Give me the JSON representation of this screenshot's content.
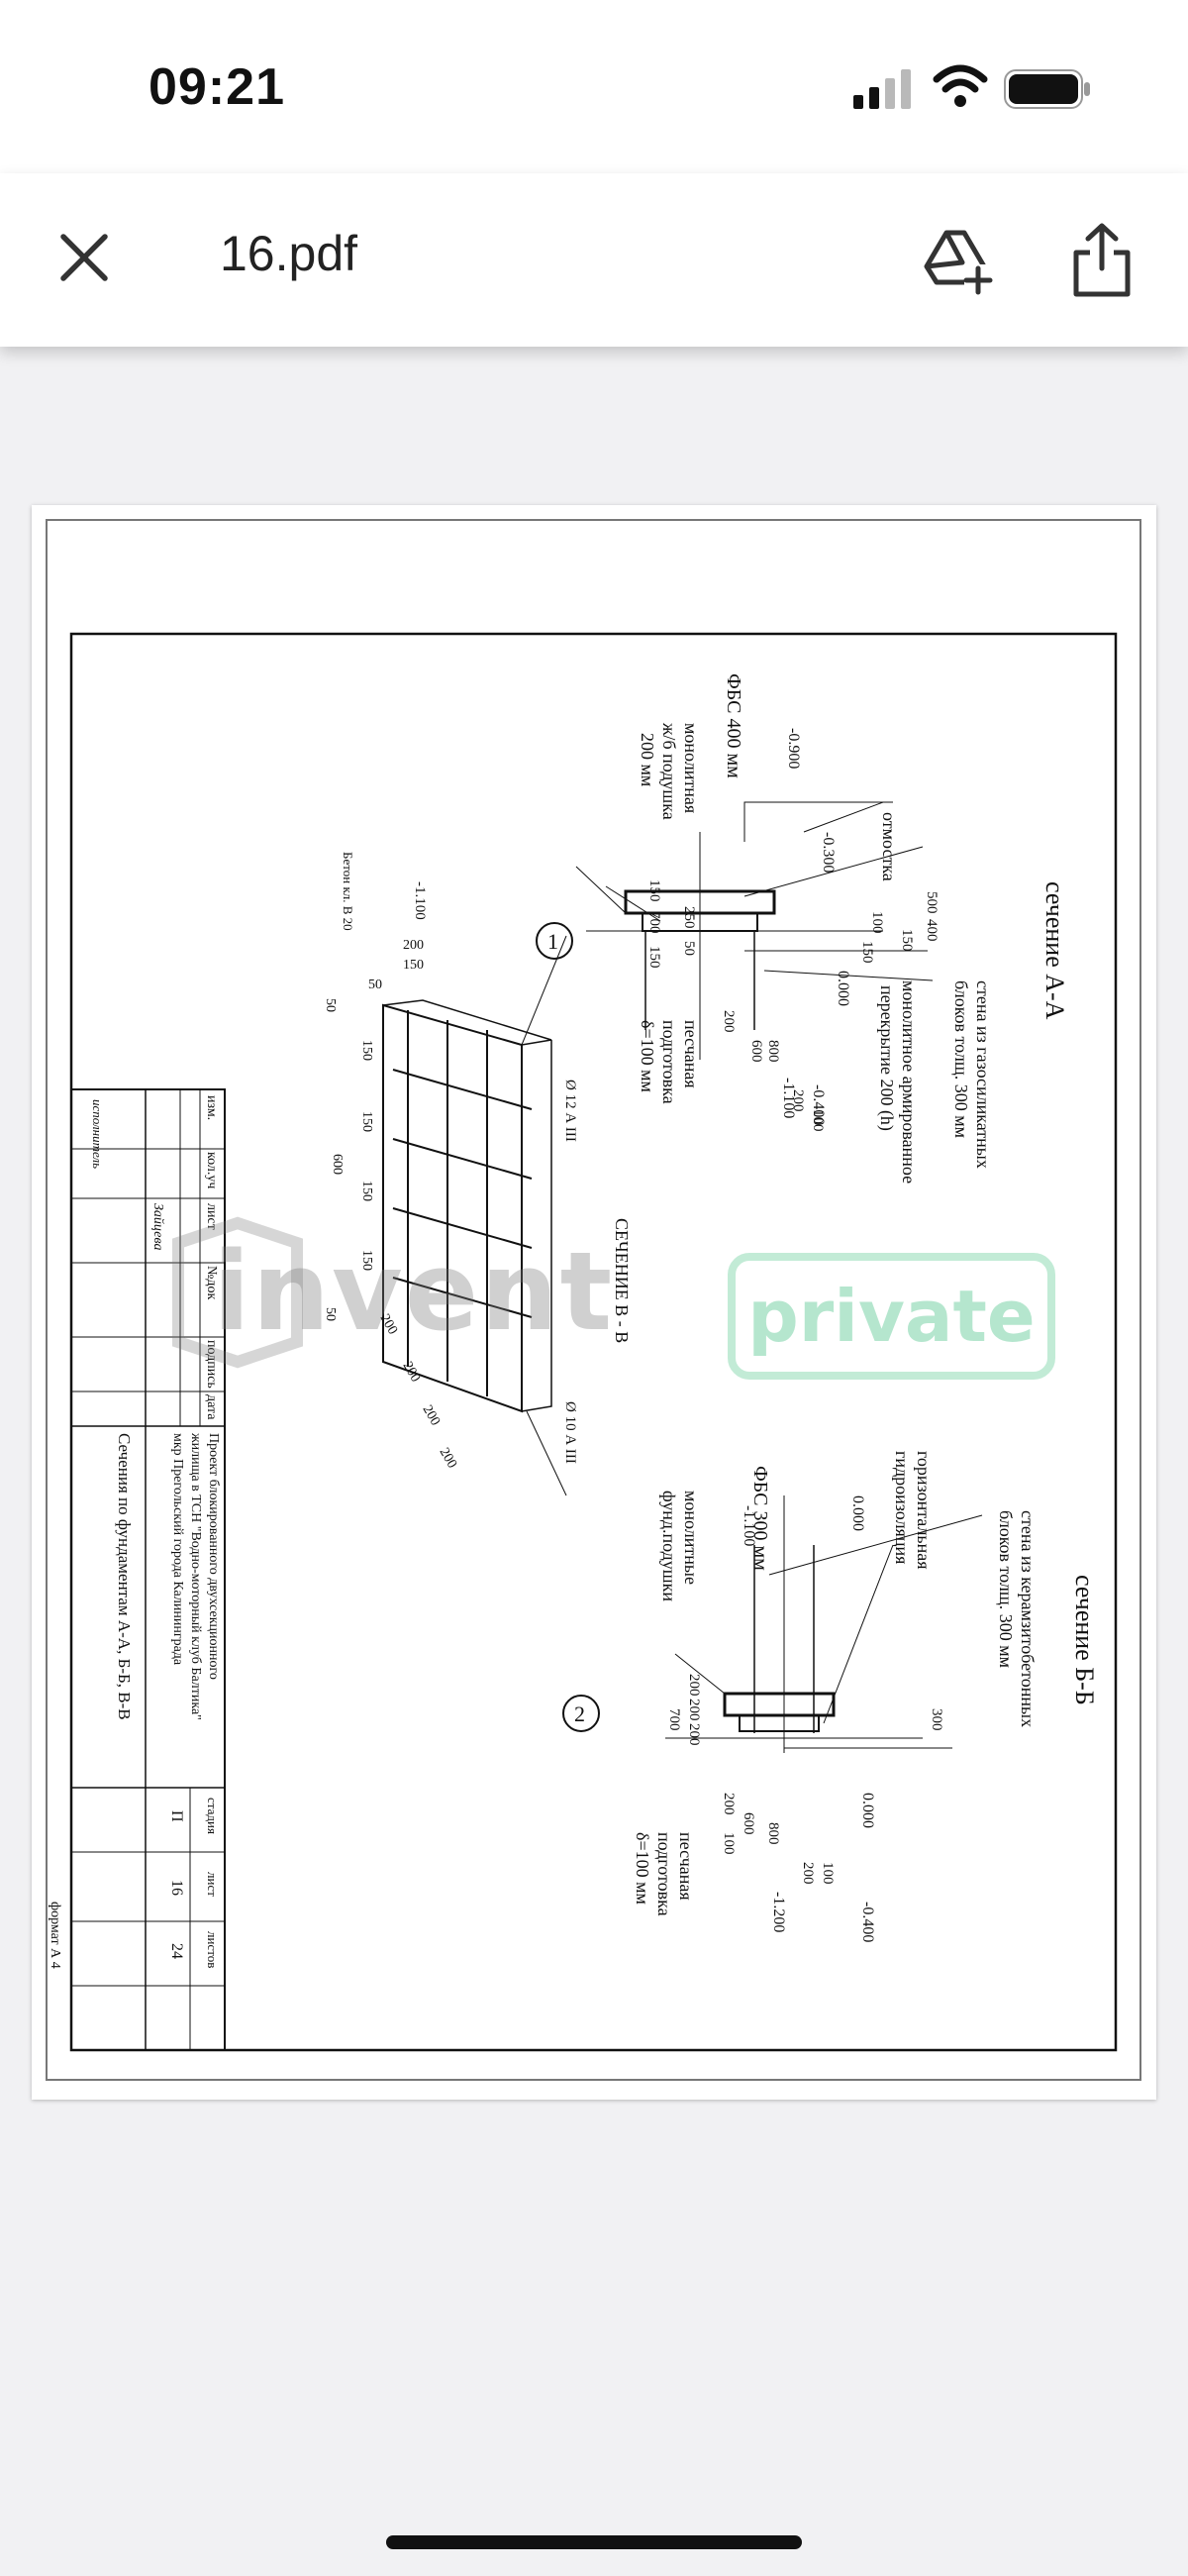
{
  "status_bar": {
    "time": "09:21"
  },
  "app_bar": {
    "title": "16.pdf",
    "icons": [
      "close-icon",
      "add-to-drive-icon",
      "share-icon"
    ]
  },
  "drawing": {
    "section_aa": {
      "title": "сечение А-А",
      "wall": "стена из газосиликатных",
      "wall2": "блоков толщ. 300 мм",
      "slab": "монолитное армированное",
      "slab2": "перекрытие 200 (h)",
      "blind_area": "отмостка",
      "fbs": "ФБС 400 мм",
      "pad": "монолитная",
      "pad2": "ж/б подушка",
      "pad3": "200 мм",
      "prep": "песчаная",
      "prep2": "подготовка",
      "prep3": "δ=100 мм",
      "marks": [
        "-0.900",
        "-0.300",
        "0.000",
        "-0.400",
        "-1.100"
      ],
      "dims": [
        "500",
        "400",
        "150",
        "150",
        "100",
        "250",
        "50",
        "150",
        "700",
        "150",
        "200",
        "600",
        "800",
        "100",
        "200"
      ],
      "circle": "1"
    },
    "section_bb": {
      "title": "сечение Б-Б",
      "wall": "стена из керамзитобетонных",
      "wall2": "блоков толщ. 300 мм",
      "hydro": "горизонтальная",
      "hydro2": "гидроизоляция",
      "fbs": "ФБС 300 мм",
      "pad": "монолитные",
      "pad2": "фунд.подушки",
      "prep": "песчаная",
      "prep2": "подготовка",
      "prep3": "δ=100 мм",
      "marks": [
        "0.000",
        "-1.100",
        "0.000",
        "-0.400",
        "-1.200"
      ],
      "dims": [
        "300",
        "200",
        "200",
        "700",
        "200",
        "200",
        "600",
        "800",
        "100",
        "100",
        "200"
      ],
      "circle": "2"
    },
    "section_vv": {
      "title": "СЕЧЕНИЕ  В - В",
      "concrete": "Бетон кл. В 20",
      "mark": "-1.100",
      "rebar1": "Ø 12 А III",
      "rebar2": "Ø 10 А III",
      "dims_top": [
        "200",
        "150",
        "50"
      ],
      "dims_side": [
        "50",
        "150",
        "150",
        "150",
        "150",
        "50"
      ],
      "dims_bottom": [
        "200",
        "200",
        "200",
        "200"
      ],
      "length": "600"
    },
    "title_block": {
      "headers": [
        "изм.",
        "кол.уч",
        "лист",
        "№док",
        "подпись",
        "дата"
      ],
      "signer1": "Зайцева",
      "signer2": "исполнитель",
      "project1": "Проект  блокированного  двухсекционного",
      "project2": "жилища  в  ТСН \"Водно-моторный клуб Балтика\"",
      "project3": "мкр Прегольский  города  Калининграда",
      "sheet_name": "Сечения по фундаментам А-А, Б-Б, В-В",
      "stage_label": "стадия",
      "sheet_label": "лист",
      "sheets_label": "листов",
      "stage": "П",
      "sheet": "16",
      "sheets": "24"
    },
    "format": "формат А 4"
  },
  "watermark": {
    "brand": "invent",
    "badge": "private"
  }
}
